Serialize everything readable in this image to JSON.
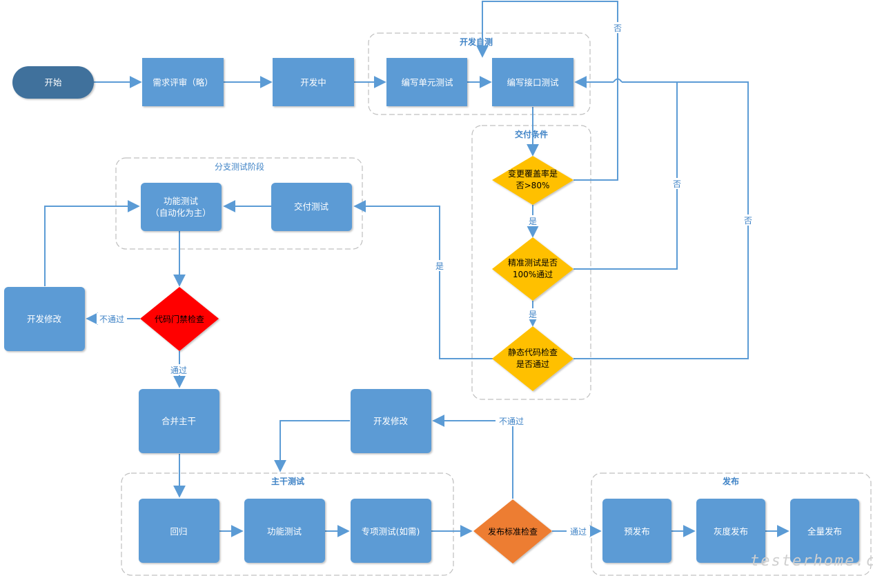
{
  "groups": {
    "dev_self_test": "开发自测",
    "delivery_conditions": "交付条件",
    "branch_test_stage": "分支测试阶段",
    "trunk_test": "主干测试",
    "release": "发布"
  },
  "nodes": {
    "start": "开始",
    "req_review": "需求评审（略）",
    "developing": "开发中",
    "unit_test": "编写单元测试",
    "api_test": "编写接口测试",
    "coverage_line1": "变更覆盖率是",
    "coverage_line2": "否>80%",
    "precise_line1": "精准测试是否",
    "precise_line2": "100%通过",
    "static_line1": "静态代码检查",
    "static_line2": "是否通过",
    "delivery_test": "交付测试",
    "func_test_line1": "功能测试",
    "func_test_line2": "（自动化为主）",
    "dev_fix_left": "开发修改",
    "code_gate": "代码门禁检查",
    "merge_trunk": "合并主干",
    "dev_fix_mid": "开发修改",
    "regression": "回归",
    "trunk_func_test": "功能测试",
    "special_test": "专项测试(如需)",
    "release_check": "发布标准检查",
    "pre_release": "预发布",
    "gray_release": "灰度发布",
    "full_release": "全量发布"
  },
  "edge_labels": {
    "no_top": "否",
    "no_right1": "否",
    "no_right2": "否",
    "yes_1": "是",
    "yes_2": "是",
    "yes_left": "是",
    "not_pass_left": "不通过",
    "pass_gate": "通过",
    "not_pass_mid": "不通过",
    "pass_release": "通过"
  },
  "watermark": "testerhome.com",
  "colors": {
    "box": "#5b9bd5",
    "box_border": "#4a8ac4",
    "start": "#41719c",
    "diamond_yellow": "#ffc000",
    "diamond_red": "#ff0000",
    "diamond_orange": "#ed7d31",
    "edge": "#5b9bd5",
    "group_border": "#bfbfbf"
  }
}
